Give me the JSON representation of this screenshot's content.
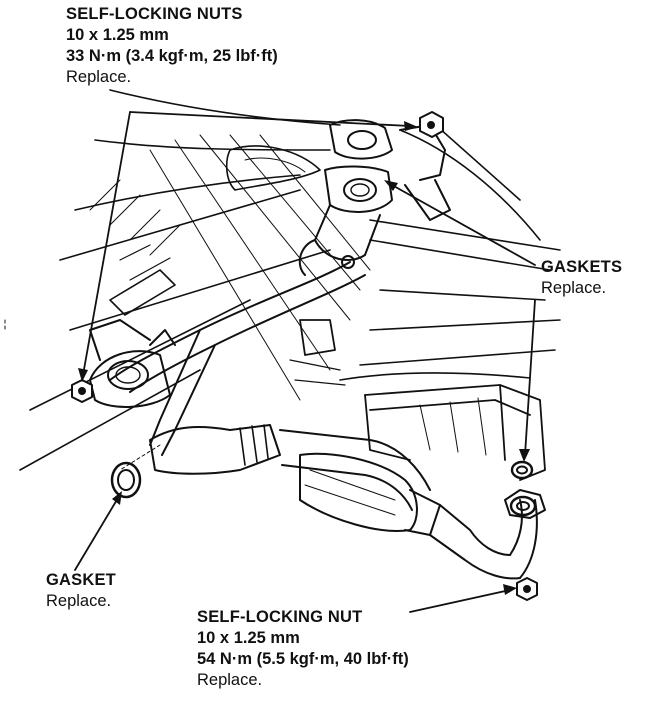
{
  "callouts": {
    "top_nuts": {
      "title": "SELF-LOCKING NUTS",
      "size": "10 x 1.25 mm",
      "torque": "33 N·m (3.4 kgf·m, 25 lbf·ft)",
      "action": "Replace."
    },
    "gaskets": {
      "title": "GASKETS",
      "action": "Replace."
    },
    "gasket": {
      "title": "GASKET",
      "action": "Replace."
    },
    "bottom_nut": {
      "title": "SELF-LOCKING NUT",
      "size": "10 x 1.25 mm",
      "torque": "54 N·m (5.5 kgf·m, 40 lbf·ft)",
      "action": "Replace."
    }
  }
}
